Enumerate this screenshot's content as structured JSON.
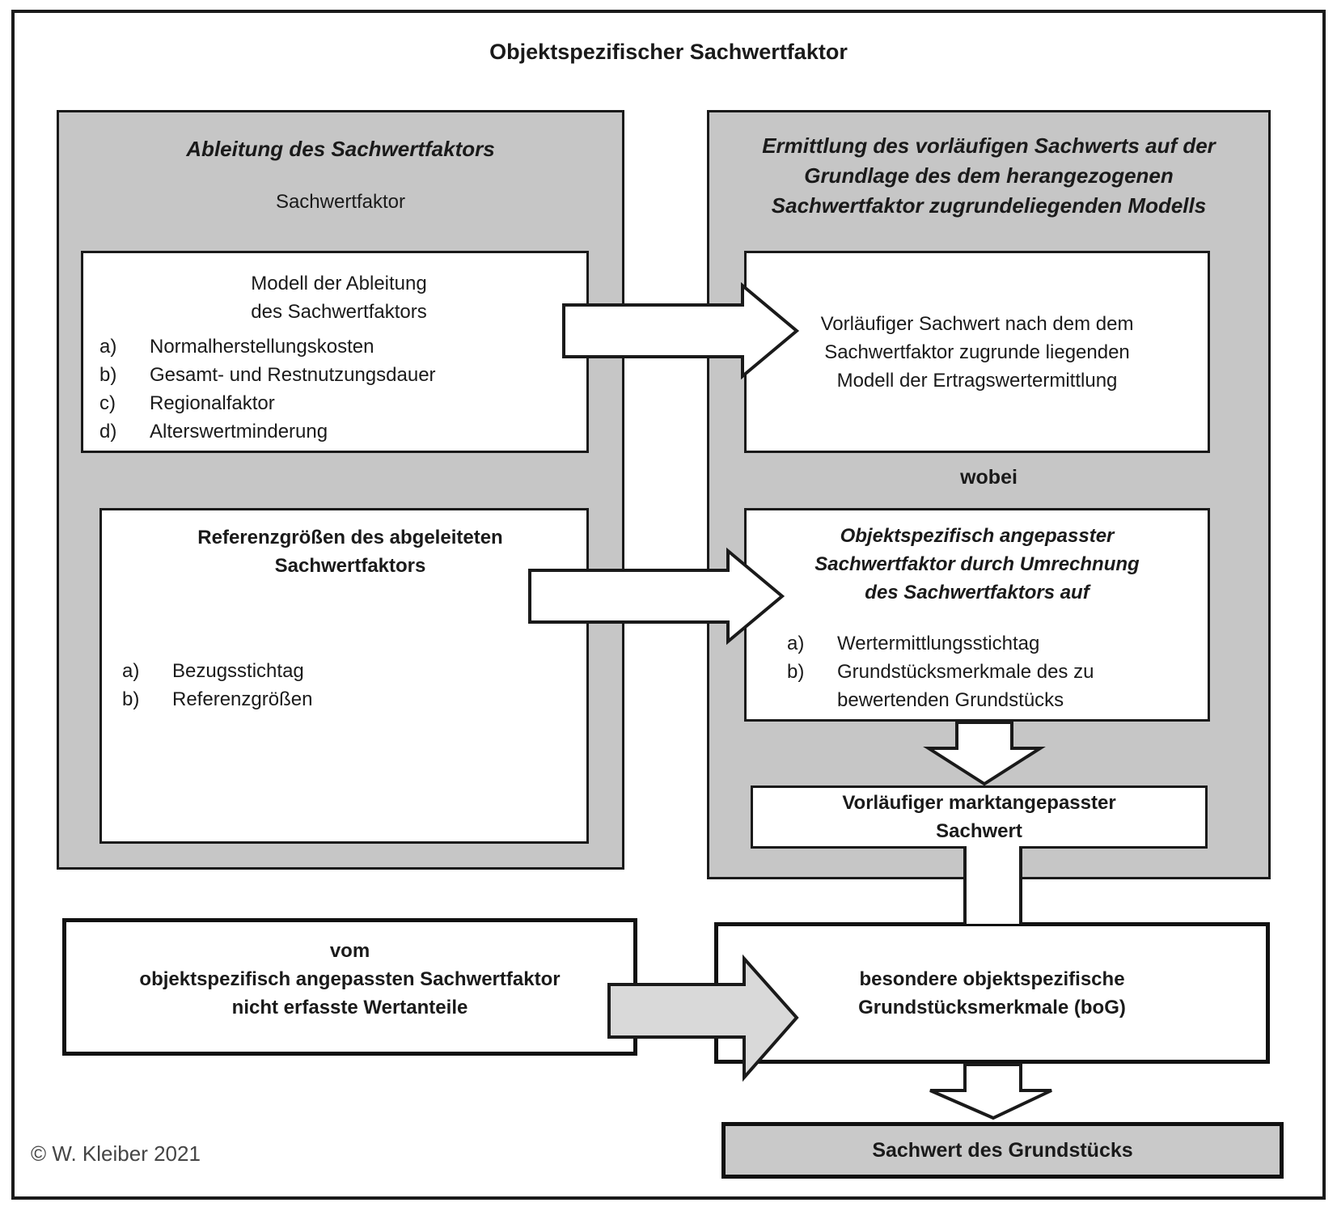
{
  "title": "Objektspezifischer Sachwertfaktor",
  "left_panel": {
    "heading": "Ableitung des Sachwertfaktors",
    "subheading": "Sachwertfaktor",
    "model_box": {
      "title": "Modell der Ableitung\ndes Sachwertfaktors",
      "items": [
        {
          "label": "a)",
          "text": "Normalherstellungskosten"
        },
        {
          "label": "b)",
          "text": "Gesamt- und Restnutzungsdauer"
        },
        {
          "label": "c)",
          "text": "Regionalfaktor"
        },
        {
          "label": "d)",
          "text": "Alterswertminderung"
        }
      ]
    },
    "reference_box": {
      "title": "Referenzgrößen des abgeleiteten\nSachwertfaktors",
      "items": [
        {
          "label": "a)",
          "text": "Bezugsstichtag"
        },
        {
          "label": "b)",
          "text": "Referenzgrößen"
        }
      ]
    }
  },
  "right_panel": {
    "heading": "Ermittlung des vorläufigen Sachwerts auf der\nGrundlage des dem herangezogenen\nSachwertfaktor zugrundeliegenden Modells",
    "preliminary_box": "Vorläufiger Sachwert nach dem dem\nSachwertfaktor zugrunde liegenden\nModell der Ertragswertermittlung",
    "wobei_label": "wobei",
    "adjusted_box": {
      "title": "Objektspezifisch angepasster\nSachwertfaktor durch Umrechnung\ndes Sachwertfaktors auf",
      "items": [
        {
          "label": "a)",
          "text": "Wertermittlungsstichtag"
        },
        {
          "label": "b)",
          "text": "Grundstücksmerkmale des zu\nbewertenden Grundstücks"
        }
      ]
    },
    "market_box": "Vorläufiger marktangepasster\nSachwert"
  },
  "bottom": {
    "wertanteile_box": "vom\nobjektspezifisch angepassten Sachwertfaktor\nnicht erfasste Wertanteile",
    "bog_box": "besondere objektspezifische\nGrundstücksmerkmale (boG)",
    "sachwert_box": "Sachwert des Grundstücks"
  },
  "footer": {
    "copyright": "© W. Kleiber 2021"
  },
  "colors": {
    "panel_gray": "#c6c6c6",
    "arrow_gray": "#d9d9d9",
    "line": "#1a1a1a"
  }
}
